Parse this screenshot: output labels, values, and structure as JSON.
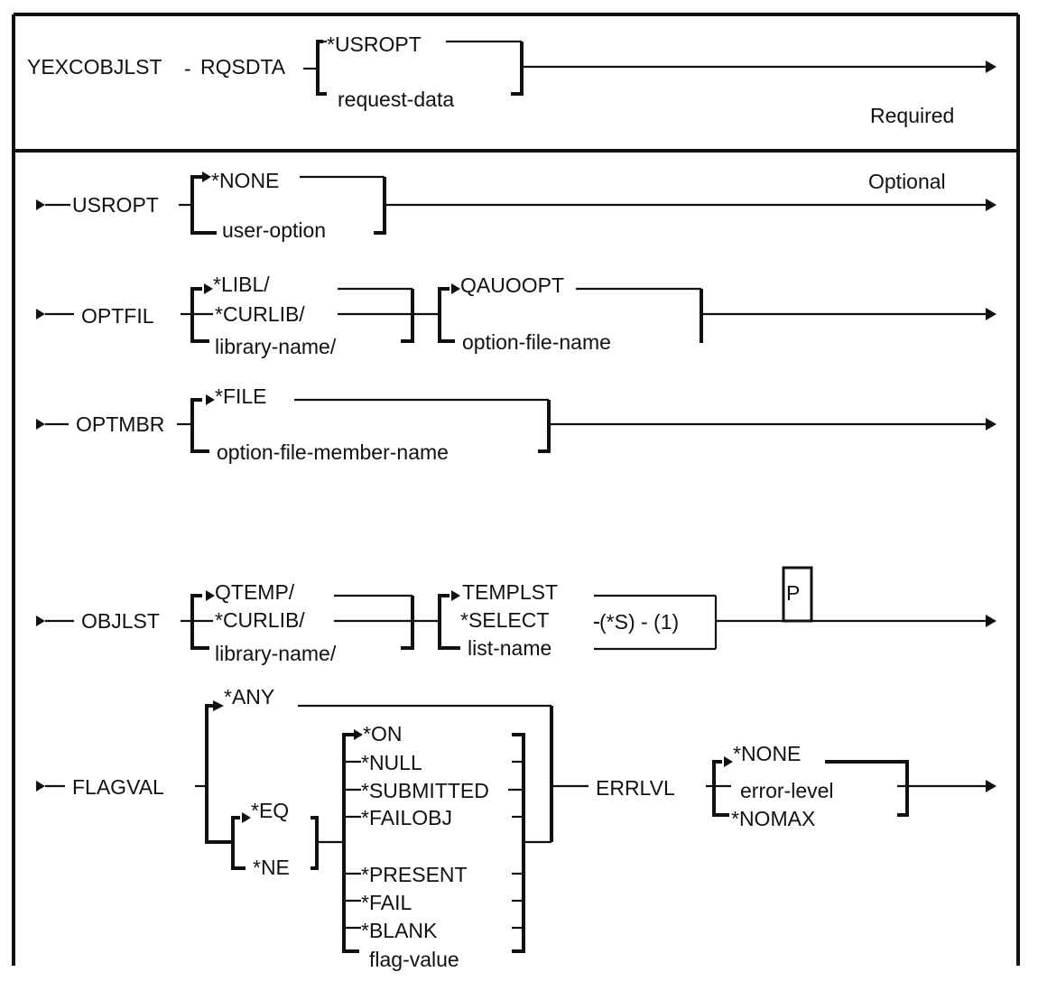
{
  "diagram": {
    "colors": {
      "ink": "#111111",
      "background": "#ffffff"
    },
    "required_section": {
      "label": "Required",
      "command": "YEXCOBJLST",
      "keyword": "RQSDTA",
      "separator": "-",
      "options": [
        "*USROPT",
        "request-data"
      ]
    },
    "optional_section": {
      "label": "Optional",
      "usropt": {
        "keyword": "USROPT",
        "options": [
          "*NONE",
          "user-option"
        ],
        "default": "*NONE"
      },
      "optfil": {
        "keyword": "OPTFIL",
        "library_options": [
          "*LIBL/",
          "*CURLIB/",
          "library-name/"
        ],
        "library_default": "*LIBL/",
        "file_options": [
          "QAUOOPT",
          "option-file-name"
        ],
        "file_default": "QAUOOPT"
      },
      "optmbr": {
        "keyword": "OPTMBR",
        "options": [
          "*FILE",
          "option-file-member-name"
        ],
        "default": "*FILE"
      },
      "objlst": {
        "keyword": "OBJLST",
        "library_options": [
          "QTEMP/",
          "*CURLIB/",
          "library-name/"
        ],
        "library_default": "QTEMP/",
        "list_options": [
          "TEMPLST",
          "*SELECT",
          "list-name"
        ],
        "list_default": "TEMPLST",
        "select_note": "(*S) - (1)",
        "positional_marker": "P"
      },
      "flagval": {
        "keyword": "FLAGVAL",
        "any_option": "*ANY",
        "operators": [
          "*EQ",
          "*NE"
        ],
        "operator_default": "*EQ",
        "values": [
          "*ON",
          "*NULL",
          "*SUBMITTED",
          "*FAILOBJ",
          "*PRESENT",
          "*FAIL",
          "*BLANK",
          "flag-value"
        ],
        "value_default": "*ON"
      },
      "errlvl": {
        "keyword": "ERRLVL",
        "options": [
          "*NONE",
          "error-level",
          "*NOMAX"
        ],
        "default": "*NONE"
      }
    }
  }
}
